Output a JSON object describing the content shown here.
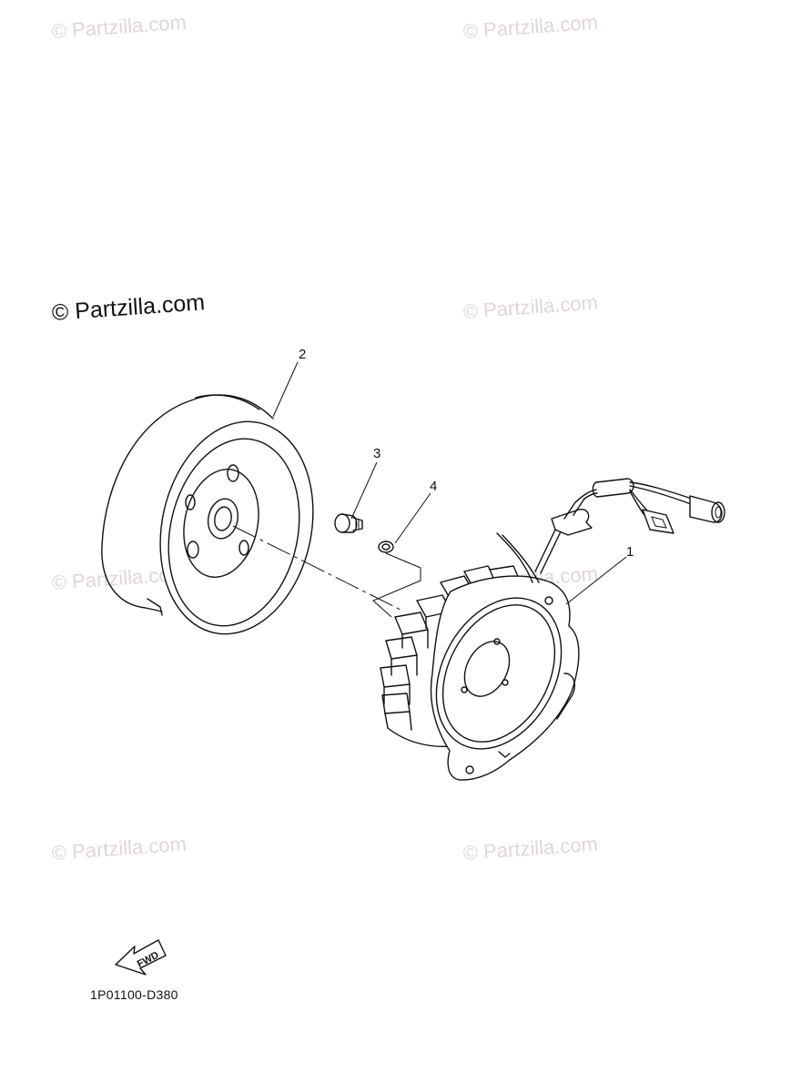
{
  "watermarks": {
    "faint_text": "© Partzilla.com",
    "main_text": "© Partzilla.com"
  },
  "callouts": {
    "part_1": "1",
    "part_2": "2",
    "part_3": "3",
    "part_4": "4"
  },
  "fwd_label": "FWD",
  "diagram_code": "1P01100-D380",
  "colors": {
    "line": "#111111",
    "watermark": "#e2d6d6",
    "background": "#ffffff"
  }
}
